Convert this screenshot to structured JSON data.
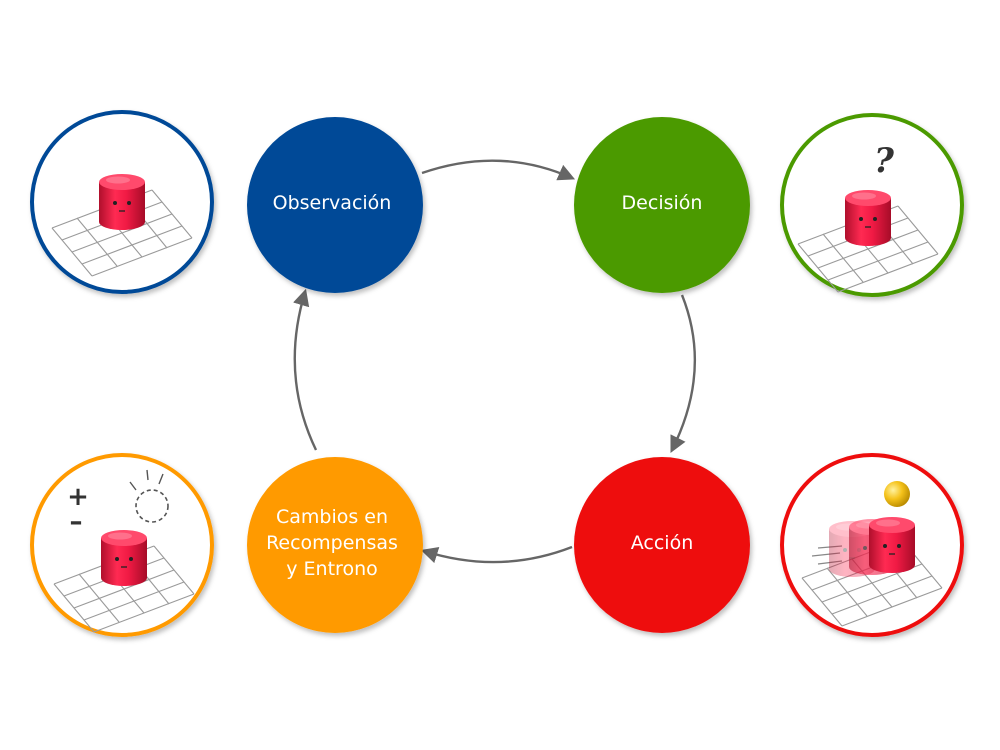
{
  "diagram": {
    "nodes": {
      "observation": {
        "label": "Observación",
        "color": "#004a97"
      },
      "decision": {
        "label": "Decisión",
        "color": "#4c9a00"
      },
      "action": {
        "label": "Acción",
        "color": "#ee1010"
      },
      "changes": {
        "label_line1": "Cambios en",
        "label_line2": "Recompensas",
        "label_line3": "y Entrono",
        "color": "#ff9a00"
      }
    },
    "illustrations": {
      "decision_symbol": "?",
      "changes_plus": "+",
      "changes_minus": "–"
    },
    "arrow_color": "#666666",
    "robot_color": "#e8163c"
  }
}
